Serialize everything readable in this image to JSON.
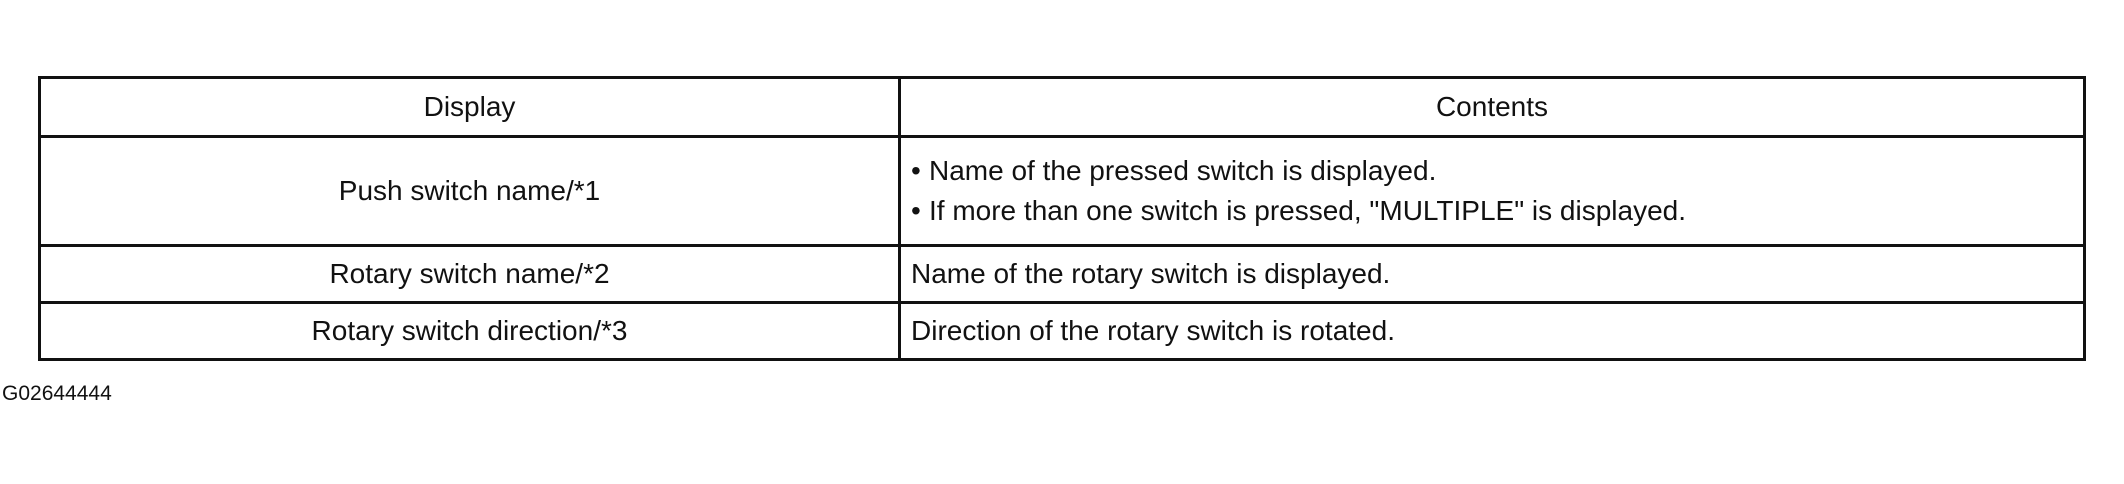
{
  "table": {
    "headers": {
      "display": "Display",
      "contents": "Contents"
    },
    "rows": [
      {
        "display": "Push switch name/*1",
        "contents": [
          "Name of the pressed switch is displayed.",
          "If more than one switch is pressed, \"MULTIPLE\" is displayed."
        ]
      },
      {
        "display": "Rotary switch name/*2",
        "contents": "Name of the rotary switch is displayed."
      },
      {
        "display": "Rotary switch direction/*3",
        "contents": "Direction of the rotary switch is rotated."
      }
    ]
  },
  "bullet_glyph": "•",
  "figure_id": "G02644444"
}
